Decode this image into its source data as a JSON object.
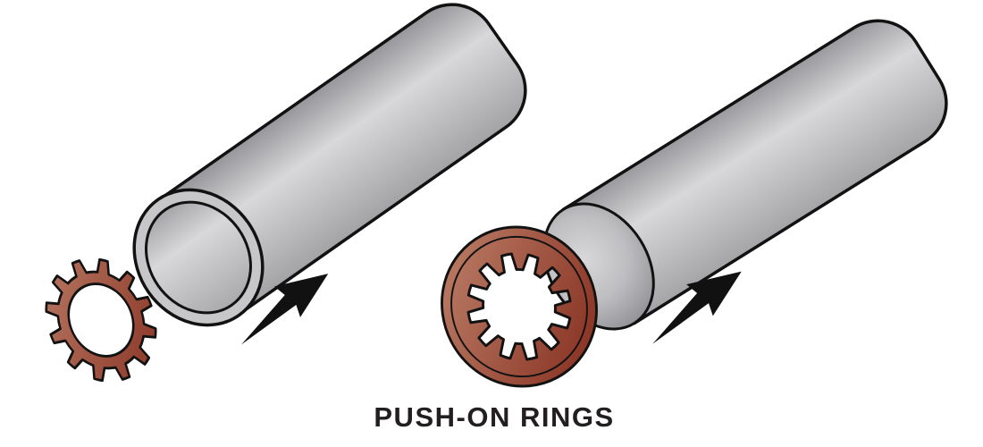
{
  "caption": {
    "label": "PUSH-ON RINGS"
  },
  "colors": {
    "background": "#ffffff",
    "outline": "#121212",
    "arrow": "#111111",
    "caption_text": "#231f20",
    "metal_dark": "#96969a",
    "metal_light": "#d8d8da",
    "metal_mid": "#a3a3a6",
    "metal_rim": "#c7c7c9",
    "ring_light": "#b5755f",
    "ring_dark": "#8a3425"
  },
  "figures": {
    "left": {
      "ring": {
        "name": "external-tooth-push-on-ring",
        "teeth": 12
      },
      "shaft": {
        "name": "open-end-tube"
      },
      "arrow": {
        "name": "push-direction-arrow"
      }
    },
    "right": {
      "ring": {
        "name": "internal-tooth-push-on-ring",
        "teeth": 12
      },
      "shaft": {
        "name": "round-end-rod"
      },
      "arrow": {
        "name": "push-direction-arrow"
      }
    }
  }
}
